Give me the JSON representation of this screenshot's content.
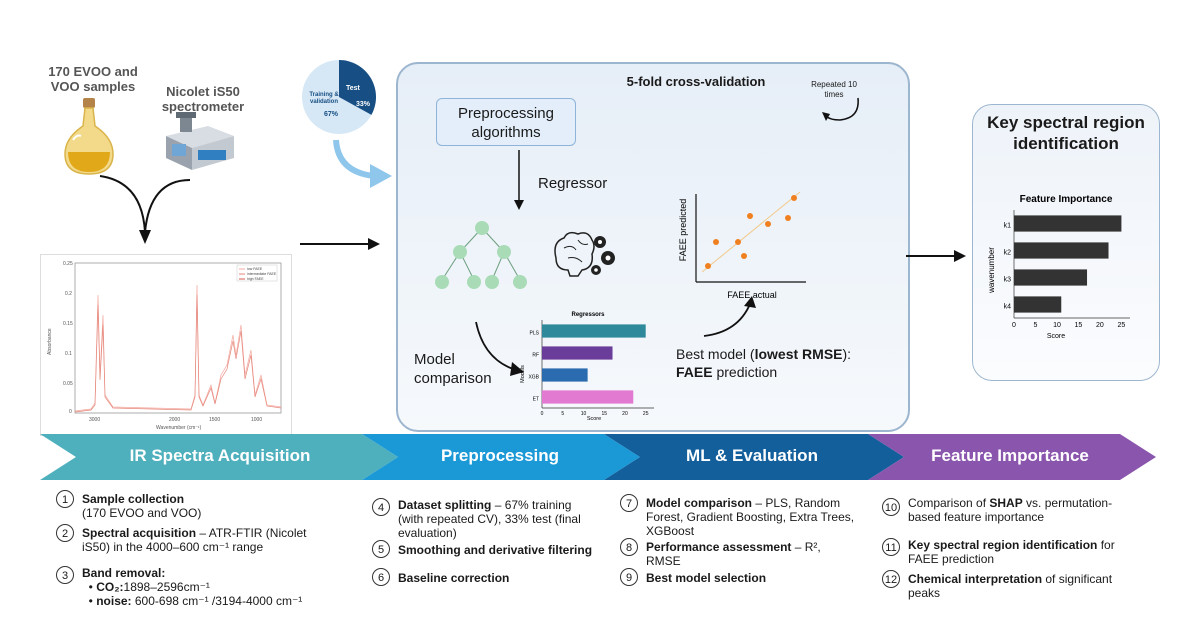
{
  "inputs": {
    "samples_label": "170 EVOO and VOO samples",
    "spectrometer_label": "Nicolet iS50 spectrometer"
  },
  "split_pie": {
    "test_label": "Test",
    "test_pct": "33%",
    "train_label": "Training & validation",
    "train_pct": "67%",
    "test_fraction": 0.33
  },
  "cv": {
    "title": "5-fold cross-validation",
    "repeated": "Repeated 10 times",
    "preprocessing": "Preprocessing algorithms",
    "regressor": "Regressor",
    "model_comparison": "Model comparison",
    "best_model_prefix": "Best model (",
    "best_model_bold": "lowest RMSE",
    "best_model_suffix": "):",
    "faee_bold": "FAEE",
    "faee_suffix": " prediction",
    "scatter_xlabel": "FAEE actual",
    "scatter_ylabel": "FAEE predicted"
  },
  "spectrum": {
    "legend": [
      "low FAEE",
      "intermediate FAEE",
      "high FAEE"
    ],
    "xlabel": "Wavenumber (cm⁻¹)",
    "ylabel": "Absorbance",
    "yticks": [
      "0.25",
      "0.2",
      "0.15",
      "0.1",
      "0.05",
      "0"
    ],
    "xticks": [
      "3000",
      "2000",
      "1500",
      "1000"
    ]
  },
  "chart_data": [
    {
      "type": "bar",
      "title": "Regressors",
      "categories": [
        "PLS",
        "RF",
        "XGB",
        "ET"
      ],
      "values": [
        25,
        17,
        11,
        22
      ],
      "xlabel": "Score",
      "ylabel": "Models",
      "xticks": [
        "0",
        "5",
        "10",
        "15",
        "20",
        "25"
      ],
      "xlim": [
        0,
        27
      ],
      "colors": [
        "#2e8a9a",
        "#6a3d9a",
        "#2b6cb0",
        "#e27ad1"
      ]
    },
    {
      "type": "bar",
      "title": "Feature Importance",
      "categories": [
        "k1",
        "k2",
        "k3",
        "k4"
      ],
      "values": [
        25,
        22,
        17,
        11
      ],
      "xlabel": "Score",
      "ylabel": "wavenumber",
      "xticks": [
        "0",
        "5",
        "10",
        "15",
        "20",
        "25"
      ],
      "xlim": [
        0,
        27
      ],
      "colors": [
        "#333333",
        "#333333",
        "#333333",
        "#333333"
      ]
    }
  ],
  "key_region": {
    "title": "Key spectral region identification"
  },
  "stages": [
    {
      "label": "IR Spectra Acquisition",
      "color": "#4fb0bd"
    },
    {
      "label": "Preprocessing",
      "color": "#1b99d6"
    },
    {
      "label": "ML & Evaluation",
      "color": "#135f9c"
    },
    {
      "label": "Feature Importance",
      "color": "#8a55ad"
    }
  ],
  "steps": {
    "s1": {
      "num": "1",
      "bold": "Sample collection",
      "rest": "(170 EVOO and VOO)"
    },
    "s2": {
      "num": "2",
      "bold": "Spectral acquisition",
      "rest": " – ATR-FTIR (Nicolet iS50) in the 4000–600 cm⁻¹ range"
    },
    "s3": {
      "num": "3",
      "bold": "Band removal:",
      "co2_bold": "CO₂:",
      "co2_rest": "1898–2596cm⁻¹",
      "noise_bold": "noise:",
      "noise_rest": " 600-698 cm⁻¹ /3194-4000 cm⁻¹"
    },
    "s4": {
      "num": "4",
      "bold": "Dataset splitting",
      "rest": " – 67% training (with repeated CV), 33% test (final evaluation)"
    },
    "s5": {
      "num": "5",
      "bold": "Smoothing and derivative filtering",
      "rest": ""
    },
    "s6": {
      "num": "6",
      "bold": "Baseline correction",
      "rest": ""
    },
    "s7": {
      "num": "7",
      "bold": "Model comparison",
      "rest": " – PLS, Random Forest, Gradient Boosting, Extra Trees, XGBoost"
    },
    "s8": {
      "num": "8",
      "bold": "Performance assessment",
      "rest": " – R², RMSE"
    },
    "s9": {
      "num": "9",
      "bold": "Best model selection",
      "rest": ""
    },
    "s10": {
      "num": "10",
      "pre": "Comparison of ",
      "bold": "SHAP",
      "rest": " vs. permutation-based feature importance"
    },
    "s11": {
      "num": "11",
      "bold": "Key spectral region identification",
      "rest": " for FAEE prediction"
    },
    "s12": {
      "num": "12",
      "bold": "Chemical interpretation",
      "rest": " of significant peaks"
    }
  }
}
